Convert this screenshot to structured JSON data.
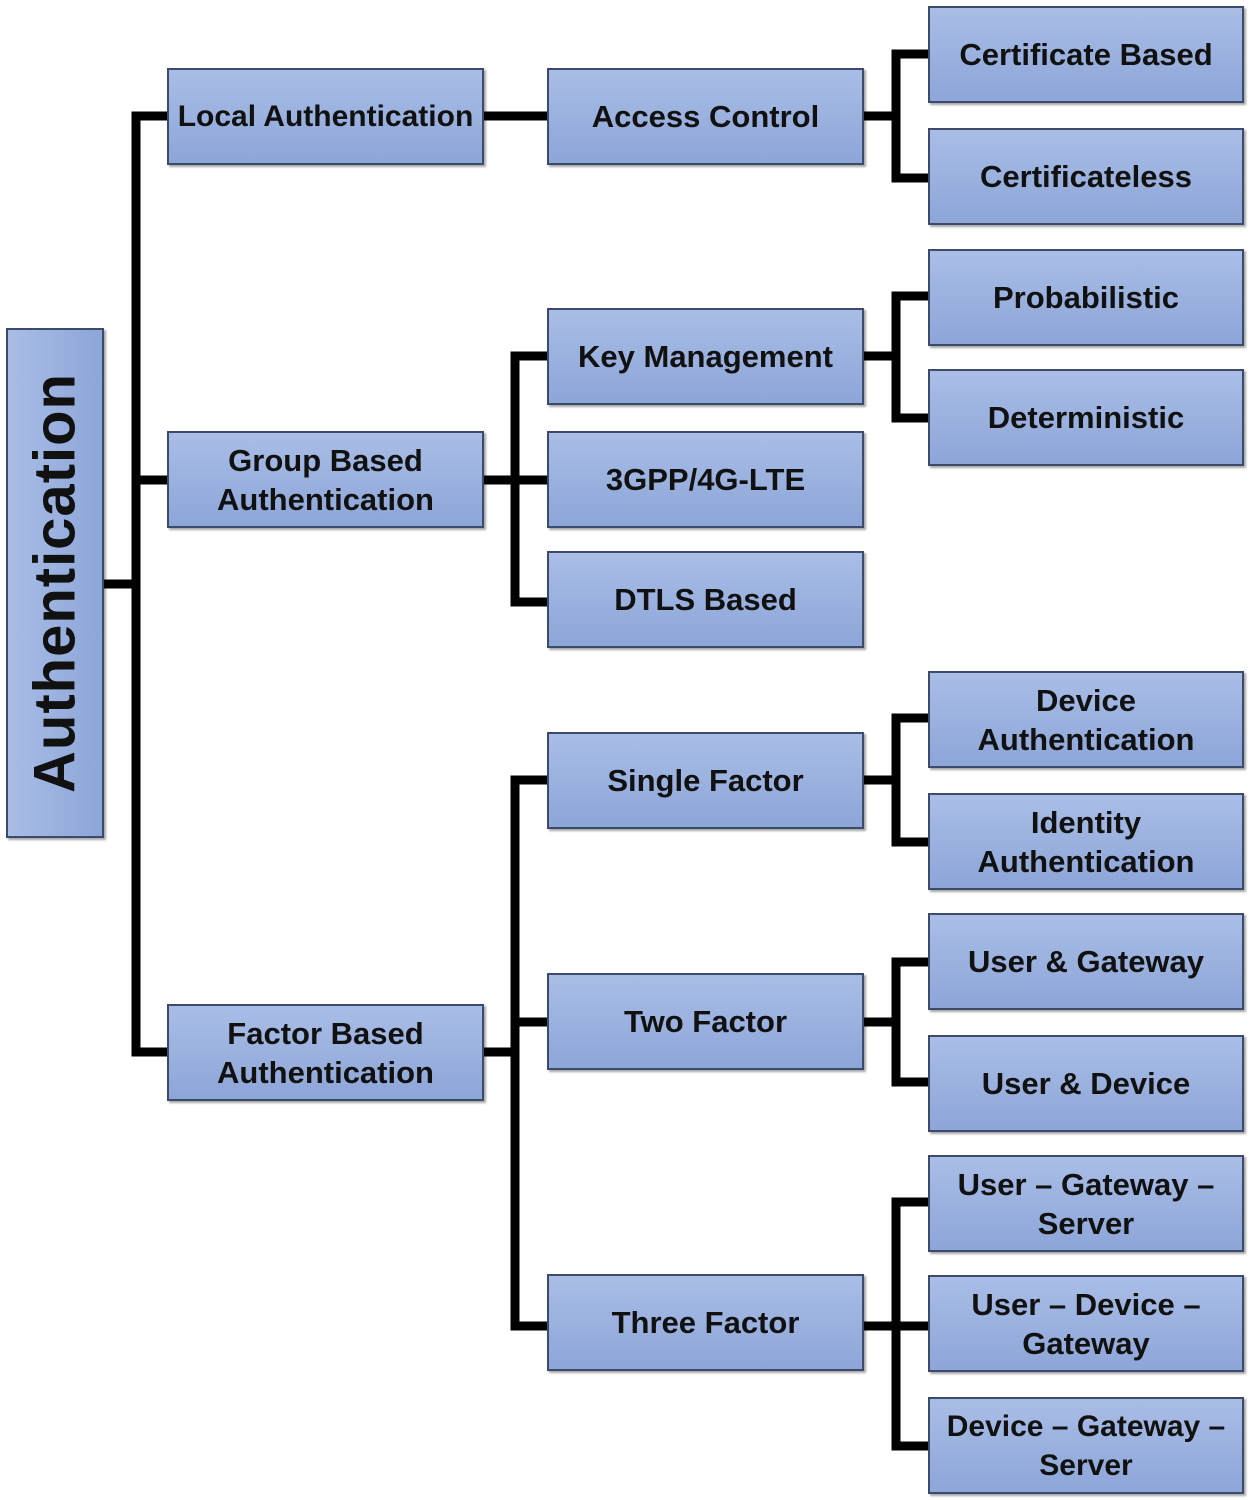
{
  "diagram": {
    "root": "Authentication",
    "branches": {
      "local": {
        "label": "Local Authentication",
        "access_control": {
          "label": "Access Control",
          "children": [
            "Certificate Based",
            "Certificateless"
          ]
        }
      },
      "group": {
        "label": "Group Based\nAuthentication",
        "key_management": {
          "label": "Key Management",
          "children": [
            "Probabilistic",
            "Deterministic"
          ]
        },
        "lte": "3GPP/4G-LTE",
        "dtls": "DTLS Based"
      },
      "factor": {
        "label": "Factor Based\nAuthentication",
        "single": {
          "label": "Single Factor",
          "children": [
            "Device\nAuthentication",
            "Identity\nAuthentication"
          ]
        },
        "two": {
          "label": "Two Factor",
          "children": [
            "User & Gateway",
            "User & Device"
          ]
        },
        "three": {
          "label": "Three Factor",
          "children": [
            "User – Gateway –\nServer",
            "User – Device –\nGateway",
            "Device – Gateway –\nServer"
          ]
        }
      }
    },
    "colors": {
      "box_fill": "#9bb1e0",
      "box_border": "#3c4a6b",
      "connector": "#000000"
    }
  }
}
